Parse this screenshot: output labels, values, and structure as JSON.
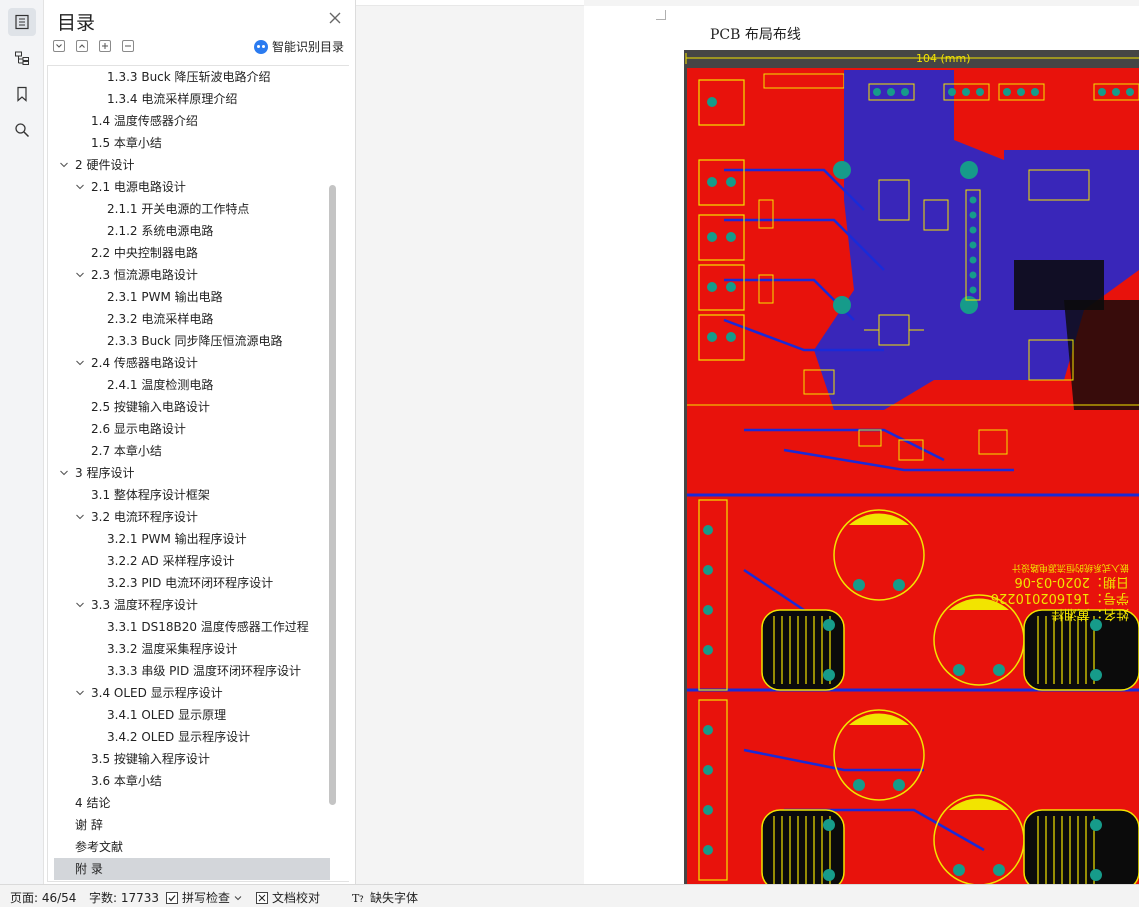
{
  "toc": {
    "title": "目录",
    "smart_label": "智能识别目录",
    "items": [
      {
        "label": "1.3.3 Buck 降压斩波电路介绍",
        "level": 3,
        "expanded": null,
        "selected": false
      },
      {
        "label": "1.3.4 电流采样原理介绍",
        "level": 3,
        "expanded": null,
        "selected": false
      },
      {
        "label": "1.4  温度传感器介绍",
        "level": 2,
        "expanded": null,
        "selected": false
      },
      {
        "label": "1.5  本章小结",
        "level": 2,
        "expanded": null,
        "selected": false
      },
      {
        "label": "2   硬件设计",
        "level": 1,
        "expanded": true,
        "selected": false
      },
      {
        "label": "2.1  电源电路设计",
        "level": 2,
        "expanded": true,
        "selected": false
      },
      {
        "label": "2.1.1 开关电源的工作特点",
        "level": 3,
        "expanded": null,
        "selected": false
      },
      {
        "label": "2.1.2 系统电源电路",
        "level": 3,
        "expanded": null,
        "selected": false
      },
      {
        "label": "2.2  中央控制器电路",
        "level": 2,
        "expanded": null,
        "selected": false
      },
      {
        "label": "2.3  恒流源电路设计",
        "level": 2,
        "expanded": true,
        "selected": false
      },
      {
        "label": "2.3.1 PWM 输出电路",
        "level": 3,
        "expanded": null,
        "selected": false
      },
      {
        "label": "2.3.2 电流采样电路",
        "level": 3,
        "expanded": null,
        "selected": false
      },
      {
        "label": "2.3.3 Buck 同步降压恒流源电路",
        "level": 3,
        "expanded": null,
        "selected": false
      },
      {
        "label": "2.4  传感器电路设计",
        "level": 2,
        "expanded": true,
        "selected": false
      },
      {
        "label": "2.4.1 温度检测电路",
        "level": 3,
        "expanded": null,
        "selected": false
      },
      {
        "label": "2.5  按键输入电路设计",
        "level": 2,
        "expanded": null,
        "selected": false
      },
      {
        "label": "2.6  显示电路设计",
        "level": 2,
        "expanded": null,
        "selected": false
      },
      {
        "label": "2.7  本章小结",
        "level": 2,
        "expanded": null,
        "selected": false
      },
      {
        "label": "3   程序设计",
        "level": 1,
        "expanded": true,
        "selected": false
      },
      {
        "label": "3.1  整体程序设计框架",
        "level": 2,
        "expanded": null,
        "selected": false
      },
      {
        "label": "3.2  电流环程序设计",
        "level": 2,
        "expanded": true,
        "selected": false
      },
      {
        "label": "3.2.1 PWM 输出程序设计",
        "level": 3,
        "expanded": null,
        "selected": false
      },
      {
        "label": "3.2.2 AD 采样程序设计",
        "level": 3,
        "expanded": null,
        "selected": false
      },
      {
        "label": "3.2.3 PID 电流环闭环程序设计",
        "level": 3,
        "expanded": null,
        "selected": false
      },
      {
        "label": "3.3  温度环程序设计",
        "level": 2,
        "expanded": true,
        "selected": false
      },
      {
        "label": "3.3.1 DS18B20 温度传感器工作过程",
        "level": 3,
        "expanded": null,
        "selected": false
      },
      {
        "label": "3.3.2 温度采集程序设计",
        "level": 3,
        "expanded": null,
        "selected": false
      },
      {
        "label": "3.3.3 串级 PID 温度环闭环程序设计",
        "level": 3,
        "expanded": null,
        "selected": false
      },
      {
        "label": "3.4 OLED 显示程序设计",
        "level": 2,
        "expanded": true,
        "selected": false
      },
      {
        "label": "3.4.1 OLED 显示原理",
        "level": 3,
        "expanded": null,
        "selected": false
      },
      {
        "label": "3.4.2 OLED 显示程序设计",
        "level": 3,
        "expanded": null,
        "selected": false
      },
      {
        "label": "3.5  按键输入程序设计",
        "level": 2,
        "expanded": null,
        "selected": false
      },
      {
        "label": "3.6  本章小结",
        "level": 2,
        "expanded": null,
        "selected": false
      },
      {
        "label": "4   结论",
        "level": 1,
        "expanded": null,
        "selected": false
      },
      {
        "label": "谢    辞",
        "level": 1,
        "expanded": null,
        "selected": false
      },
      {
        "label": "参考文献",
        "level": 1,
        "expanded": null,
        "selected": false
      },
      {
        "label": "附    录",
        "level": 1,
        "expanded": null,
        "selected": true
      }
    ]
  },
  "document": {
    "caption": "PCB 布局布线",
    "pcb_dimension_label": "104 (mm)",
    "pcb_silkscreen": {
      "line1": "姓名：黄湘桂",
      "line2": "学号：1616020102​26",
      "line3": "日期：2020-03-06",
      "header_text": "嵌入式系统的恒流源电路设计"
    }
  },
  "status": {
    "page": "页面: 46/54",
    "word_count": "字数: 17733",
    "spell_check": "拼写检查",
    "doc_proof": "文档校对",
    "missing_fonts": "缺失字体"
  },
  "colors": {
    "pcb_red": "#e8120c",
    "pcb_blue": "#1a2ad8",
    "pcb_yellow": "#f2e400",
    "pcb_teal": "#169b8a",
    "selected_row": "#d3d6da"
  },
  "icons": {
    "rail": [
      "toc-icon",
      "navigation-icon",
      "bookmark-icon",
      "search-icon"
    ]
  }
}
